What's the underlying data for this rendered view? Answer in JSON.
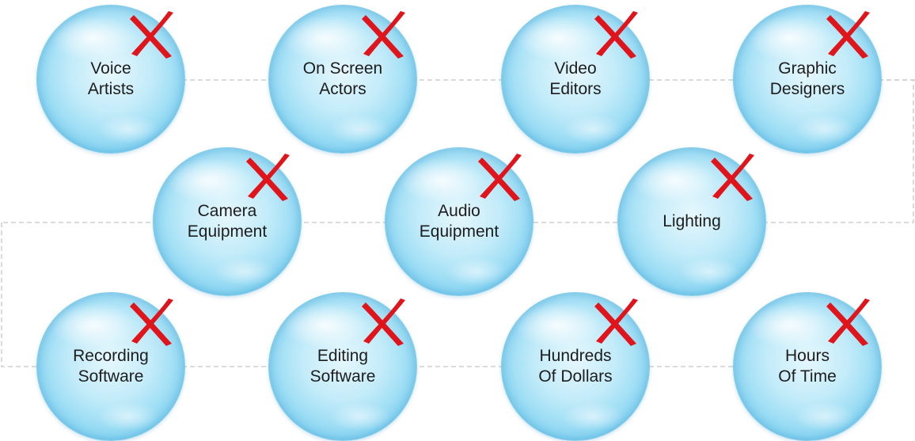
{
  "diagram": {
    "accent_red": "#e0141b",
    "bubble_tint": "#8fd8f3",
    "connector_color": "#cfcfcf",
    "icon": "cross-icon",
    "bubbles": [
      {
        "id": "voice-artists",
        "label": "Voice\nArtists"
      },
      {
        "id": "on-screen-actors",
        "label": "On Screen\nActors"
      },
      {
        "id": "video-editors",
        "label": "Video\nEditors"
      },
      {
        "id": "graphic-designers",
        "label": "Graphic\nDesigners"
      },
      {
        "id": "camera-equipment",
        "label": "Camera\nEquipment"
      },
      {
        "id": "audio-equipment",
        "label": "Audio\nEquipment"
      },
      {
        "id": "lighting",
        "label": "Lighting"
      },
      {
        "id": "recording-software",
        "label": "Recording\nSoftware"
      },
      {
        "id": "editing-software",
        "label": "Editing\nSoftware"
      },
      {
        "id": "hundreds-of-dollars",
        "label": "Hundreds\nOf Dollars"
      },
      {
        "id": "hours-of-time",
        "label": "Hours\nOf Time"
      }
    ]
  }
}
